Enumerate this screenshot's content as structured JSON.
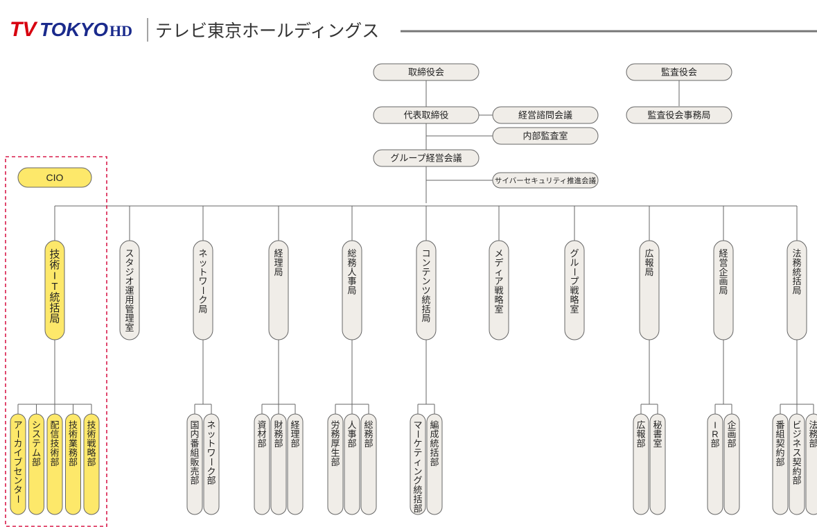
{
  "header": {
    "logo_tv": "TV",
    "logo_tokyo": "TOKYO",
    "logo_hd": "HD",
    "company_name": "テレビ東京ホールディングス"
  },
  "colors": {
    "brand_red": "#d7000f",
    "brand_blue": "#1a2a8c",
    "node_fill": "#f0ede8",
    "node_stroke": "#666666",
    "highlight_fill": "#fde86a",
    "dashed_border": "#d81b4a",
    "line": "#666666"
  },
  "top": {
    "board": "取締役会",
    "audit_board": "監査役会",
    "audit_office": "監査役会事務局",
    "representative": "代表取締役",
    "advisory": "経営諮問会議",
    "internal_audit": "内部監査室",
    "group_meeting": "グループ経営会議",
    "cyber": "サイバーセキュリティ推進会議",
    "cio": "CIO"
  },
  "divisions": [
    {
      "label": "技術IT統括局",
      "highlight": true,
      "subs": [
        "アーカイブセンター",
        "システム部",
        "配信技術部",
        "技術業務部",
        "技術戦略部"
      ]
    },
    {
      "label": "スタジオ運用管理室",
      "highlight": false,
      "subs": []
    },
    {
      "label": "ネットワーク局",
      "highlight": false,
      "subs": [
        "国内番組販売部",
        "ネットワーク部"
      ]
    },
    {
      "label": "経理局",
      "highlight": false,
      "subs": [
        "資材部",
        "財務部",
        "経理部"
      ]
    },
    {
      "label": "総務人事局",
      "highlight": false,
      "subs": [
        "労務厚生部",
        "人事部",
        "総務部"
      ]
    },
    {
      "label": "コンテンツ統括局",
      "highlight": false,
      "subs": [
        "マーケティング統括部",
        "編成統括部"
      ]
    },
    {
      "label": "メディア戦略室",
      "highlight": false,
      "subs": []
    },
    {
      "label": "グループ戦略室",
      "highlight": false,
      "subs": []
    },
    {
      "label": "広報局",
      "highlight": false,
      "subs": [
        "広報部",
        "秘書室"
      ]
    },
    {
      "label": "経営企画局",
      "highlight": false,
      "subs": [
        "IR部",
        "企画部"
      ]
    },
    {
      "label": "法務統括局",
      "highlight": false,
      "subs": [
        "番組契約部",
        "ビジネス契約部",
        "法務部"
      ]
    }
  ]
}
